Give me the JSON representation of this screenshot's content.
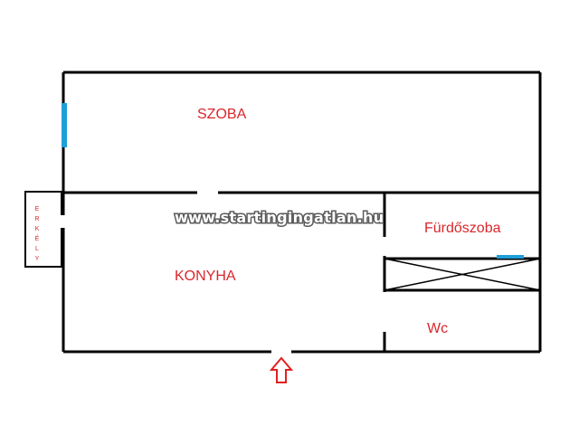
{
  "rooms": {
    "szoba": "SZOBA",
    "konyha": "KONYHA",
    "furdoszoba": "Fürdőszoba",
    "wc": "Wc"
  },
  "balcony_letters": [
    "E",
    "R",
    "K",
    "É",
    "L",
    "Y"
  ],
  "watermark": "www.startingingatlan.hu",
  "colors": {
    "wall": "#000000",
    "label": "#d9262b",
    "window": "#1e9fd8",
    "entrance_arrow": "#e02020"
  },
  "icons": {
    "entrance": "up-arrow-icon",
    "shaft": "cross-hatch-icon"
  }
}
